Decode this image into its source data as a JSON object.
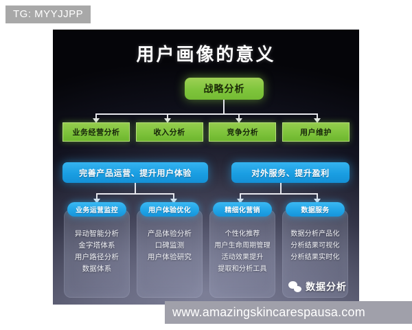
{
  "watermarks": {
    "telegram": "TG: MYYJJPP",
    "website": "www.amazingskincarespausa.com"
  },
  "poster": {
    "title": "用户画像的意义",
    "level1": {
      "label": "战略分析",
      "color": "#7fc53c"
    },
    "level2": {
      "color": "#7cc23a",
      "items": [
        {
          "label": "业务经营分析"
        },
        {
          "label": "收入分析"
        },
        {
          "label": "竞争分析"
        },
        {
          "label": "用户维护"
        }
      ]
    },
    "level3": {
      "color": "#1a9ee2",
      "items": [
        {
          "label": "完善产品运营、提升用户体验"
        },
        {
          "label": "对外服务、提升盈利"
        }
      ]
    },
    "level4": {
      "pill_color": "#1fa3e6",
      "panels": [
        {
          "pill": "业务运营监控",
          "items": [
            "异动智能分析",
            "金字塔体系",
            "用户路径分析",
            "数据体系"
          ]
        },
        {
          "pill": "用户体验优化",
          "items": [
            "产品体验分析",
            "口碑监测",
            "用户体验研究"
          ]
        },
        {
          "pill": "精细化营销",
          "items": [
            "个性化推荐",
            "用户生命周期管理",
            "活动效果提升",
            "提取和分析工具"
          ]
        },
        {
          "pill": "数据服务",
          "items": [
            "数据分析产品化",
            "分析结果可视化",
            "分析结果实时化"
          ]
        }
      ]
    },
    "credit": {
      "icon": "wechat-icon",
      "label": "数据分析"
    }
  }
}
